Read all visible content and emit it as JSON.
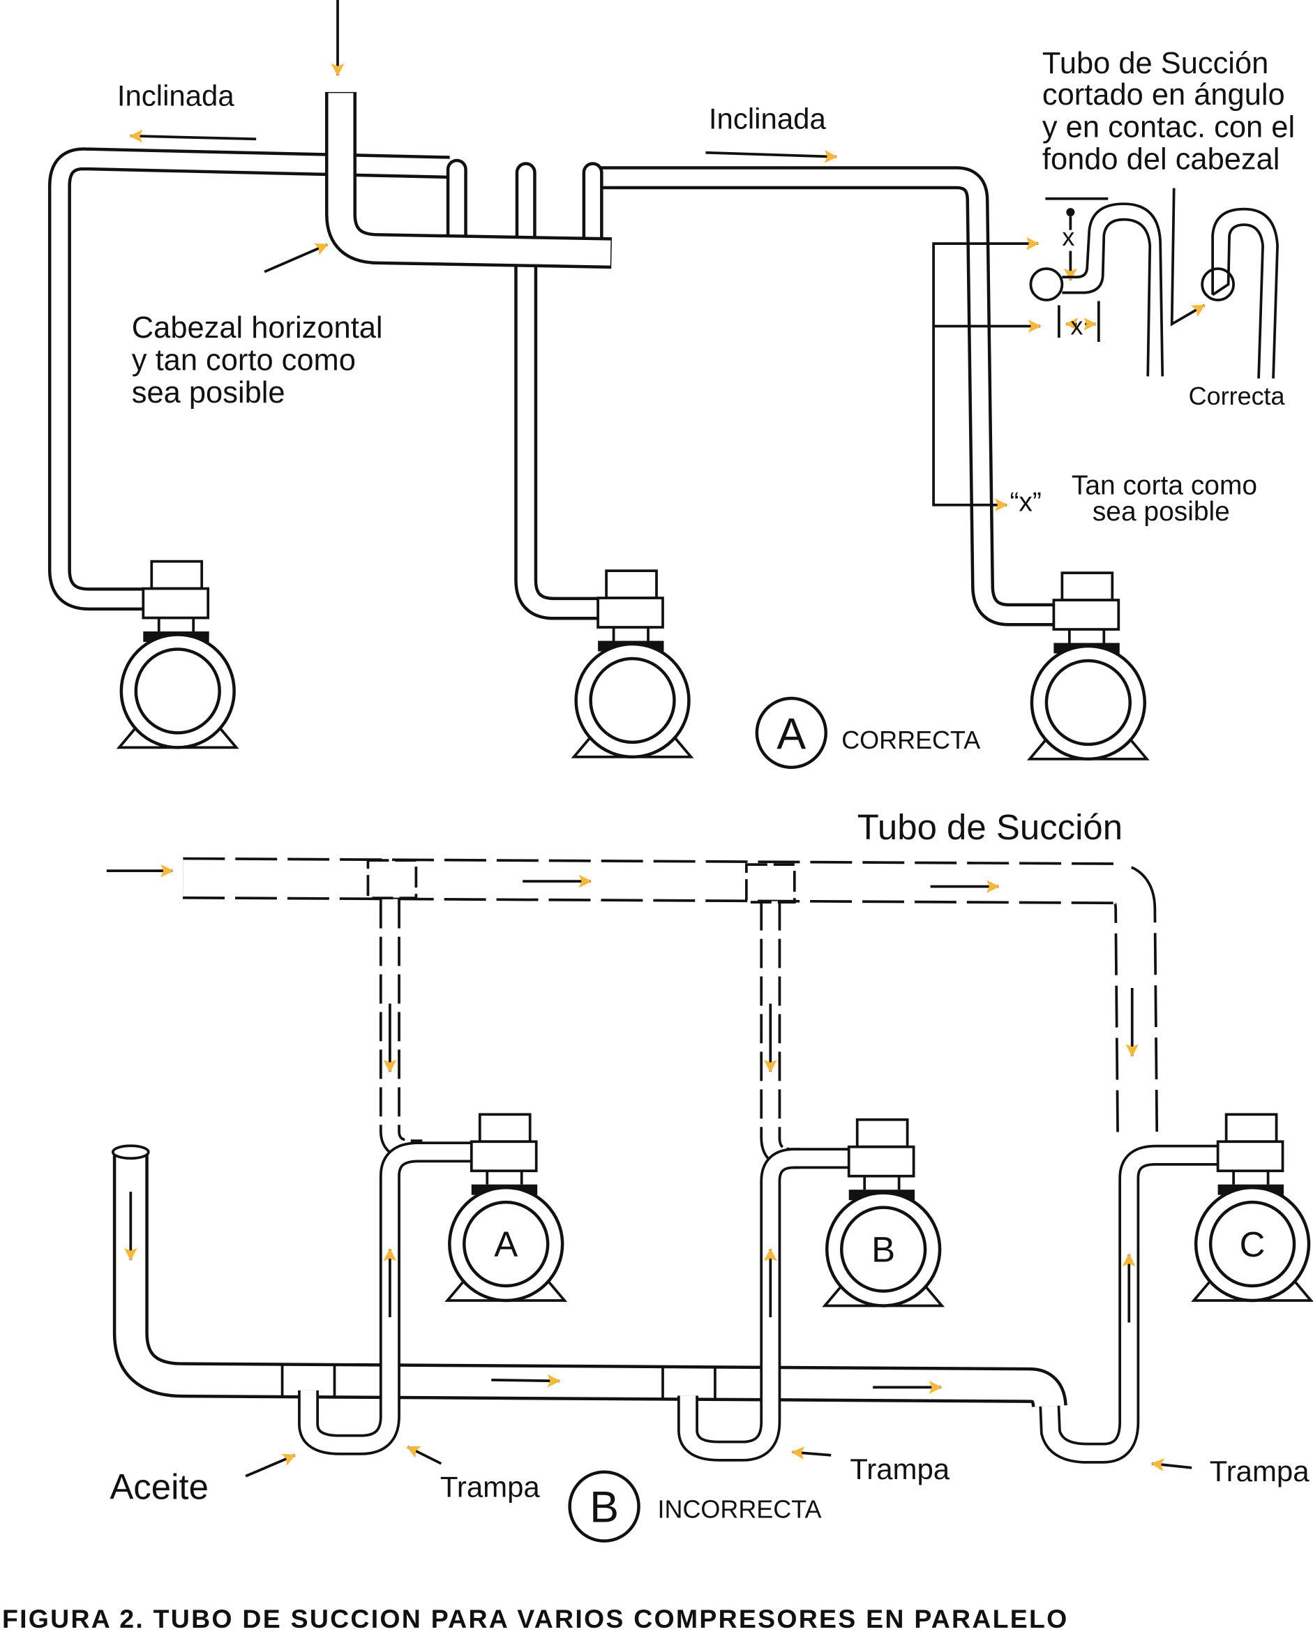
{
  "colors": {
    "arrow": "#F5B83D",
    "line": "#111111"
  },
  "section_a": {
    "label_inclinada_left": "Inclinada",
    "label_inclinada_right": "Inclinada",
    "label_cabezal": [
      "Cabezal horizontal",
      "y tan corto como",
      "sea posible"
    ],
    "label_tubo": [
      "Tubo de Succión",
      "cortado en ángulo",
      "y en contac. con el",
      "fondo del cabezal"
    ],
    "label_x1": "x",
    "label_x2": "x",
    "label_correcta_small": "Correcta",
    "label_x_quote": "“x”",
    "label_tan_corta": [
      "Tan corta como",
      "sea posible"
    ],
    "badge_letter": "A",
    "badge_text": "CORRECTA"
  },
  "section_b": {
    "label_tubo": "Tubo de Succión",
    "label_aceite": "Aceite",
    "label_trampa": [
      "Trampa",
      "Trampa",
      "Trampa"
    ],
    "compressor_letters": [
      "A",
      "B",
      "C"
    ],
    "badge_letter": "B",
    "badge_text": "INCORRECTA"
  },
  "caption": "FIGURA 2. TUBO DE SUCCION PARA VARIOS COMPRESORES EN PARALELO"
}
